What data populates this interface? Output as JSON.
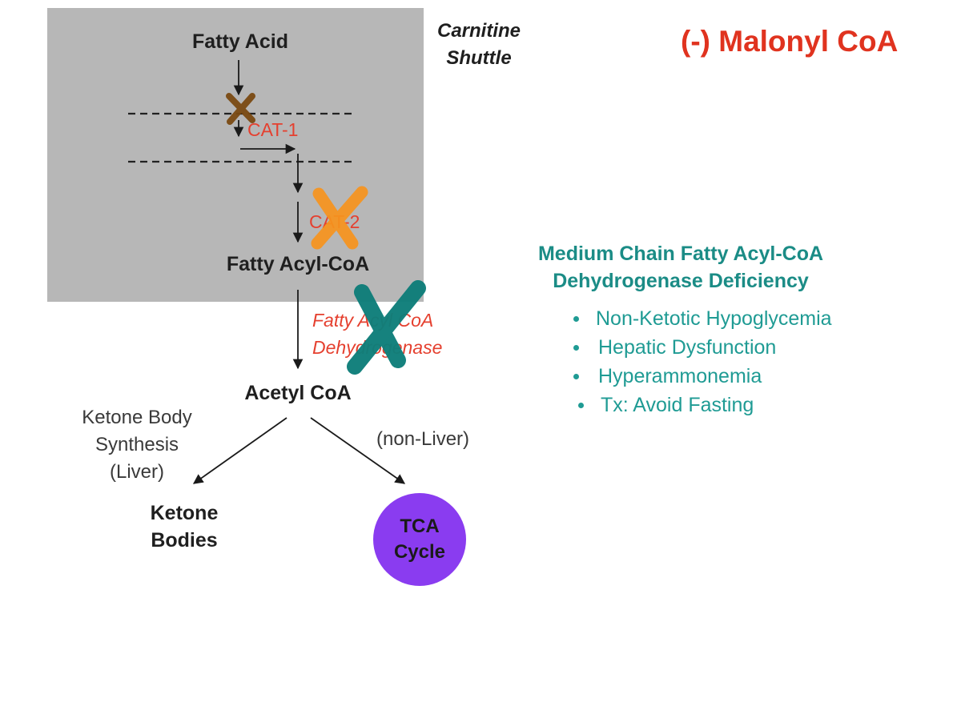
{
  "diagram": {
    "shuttle_label_line1": "Carnitine",
    "shuttle_label_line2": "Shuttle",
    "inhibitor": "(-) Malonyl CoA",
    "nodes": {
      "fatty_acid": "Fatty Acid",
      "fatty_acyl_coa": "Fatty Acyl-CoA",
      "acetyl_coa": "Acetyl CoA",
      "ketone_bodies_line1": "Ketone",
      "ketone_bodies_line2": "Bodies",
      "tca_line1": "TCA",
      "tca_line2": "Cycle"
    },
    "enzymes": {
      "cat1": "CAT-1",
      "cat2": "CAT-2",
      "dehydrogenase_line1": "Fatty Acyl CoA",
      "dehydrogenase_line2": "Dehydrogenase"
    },
    "pathway_labels": {
      "ketone_synthesis_line1": "Ketone Body",
      "ketone_synthesis_line2": "Synthesis",
      "ketone_synthesis_line3": "(Liver)",
      "non_liver": "(non-Liver)"
    },
    "colors": {
      "cat1_block": "#7a4a12",
      "cat2_block": "#f7941d",
      "dehydrogenase_block": "#0f7e7a",
      "tca_circle": "#8a3cf0",
      "inhibitor_text": "#e0331f",
      "teal_text": "#1b8c86"
    }
  },
  "deficiency": {
    "title_line1": "Medium Chain Fatty Acyl-CoA",
    "title_line2": "Dehydrogenase Deficiency",
    "items": [
      "Non-Ketotic Hypoglycemia",
      "Hepatic Dysfunction",
      "Hyperammonemia",
      "Tx: Avoid Fasting"
    ]
  }
}
